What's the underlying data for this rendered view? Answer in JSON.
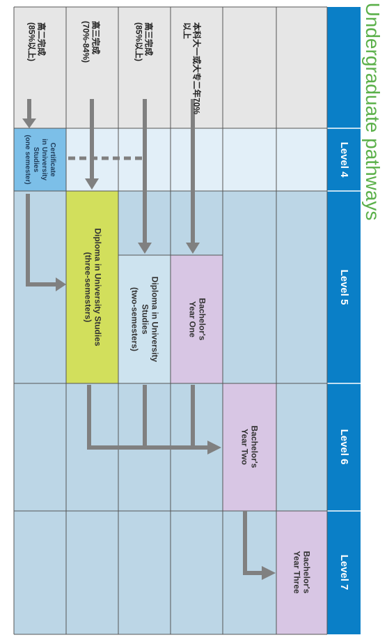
{
  "title": "Undergraduate pathways",
  "levels": [
    "Level 4",
    "Level 5",
    "Level 6",
    "Level 7"
  ],
  "entry_requirements": [
    "本科大一或大专二年70%\n以上",
    "高三完成\n(85%以上)",
    "高三完成\n(70%-84%)",
    "高二完成\n(85%以上)"
  ],
  "programmes": {
    "certificate": "Certificate\nin University\nStudies\n(one semester)",
    "diploma_three": "Diploma in University Studies\n(three-semesters)",
    "diploma_two": "Diploma in University\nStudies\n(two-semesters)",
    "bachelor_one": "Bachelor's\nYear One",
    "bachelor_two": "Bachelor's\nYear Two",
    "bachelor_three": "Bachelor's\nYear Three"
  },
  "colors": {
    "level_bar": "#0a7fc7",
    "entry_zone": "#e6e6e6",
    "level4_zone": "#e2eff8",
    "level5_7_zone": "#bcd6e6",
    "certificate": "#7cbfe8",
    "diploma_three": "#d2df5c",
    "diploma_two": "#cde3ef",
    "bachelor": "#d8c6e4",
    "arrow": "#808080",
    "title": "#5bb04a"
  }
}
